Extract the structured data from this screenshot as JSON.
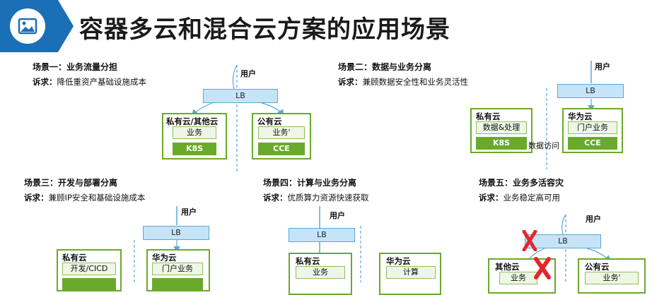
{
  "title": "容器多云和混合云方案的应用场景",
  "labels": {
    "user": "用户",
    "lb": "LB",
    "private_cloud": "私有云",
    "private_other_cloud": "私有云/其他云",
    "public_cloud": "公有云",
    "huawei_cloud": "华为云",
    "other_cloud": "其他云"
  },
  "scenarios": [
    {
      "title": "场景一：业务流量分担",
      "req_label": "诉求：",
      "req_text": "降低重资产基础设施成本",
      "left_service": "业务",
      "left_platform": "K8S",
      "right_service": "业务'",
      "right_platform": "CCE"
    },
    {
      "title": "场景二：数据与业务分离",
      "req_label": "诉求：",
      "req_text": "兼顾数据安全性和业务灵活性",
      "left_service": "数据&处理",
      "left_platform": "K8S",
      "right_service": "门户业务",
      "right_platform": "CCE",
      "link_label": "数据访问"
    },
    {
      "title": "场景三：开发与部署分离",
      "req_label": "诉求：",
      "req_text": "兼顾IP安全和基础设施成本",
      "left_service": "开发/CICD",
      "right_service": "门户业务"
    },
    {
      "title": "场景四：计算与业务分离",
      "req_label": "诉求：",
      "req_text": "优质算力资源快速获取",
      "left_service": "业务",
      "right_service": "计算"
    },
    {
      "title": "场景五：业务多活容灾",
      "req_label": "诉求：",
      "req_text": "业务稳定高可用",
      "left_service": "业务",
      "right_service": "业务'"
    }
  ],
  "colors": {
    "header_blue": "#1a6fb6",
    "lb_fill": "#c6e4f7",
    "cloud_green": "#6aaa2a",
    "fail_red": "#e3262c"
  }
}
